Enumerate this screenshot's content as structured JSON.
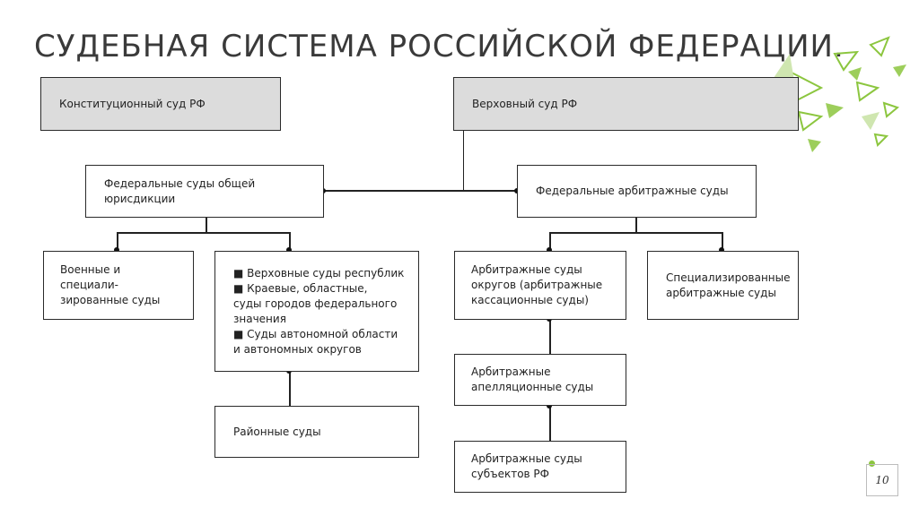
{
  "title": "СУДЕБНАЯ СИСТЕМА РОССИЙСКОЙ ФЕДЕРАЦИИ.",
  "nodes": {
    "constitutional": "Конституционный суд РФ",
    "supreme": "Верховный суд РФ",
    "general": "Федеральные суды общей\nюрисдикции",
    "arbitrazh": "Федеральные арбитражные суды",
    "military": "Военные и специали-\nзированные суды",
    "regional_list": [
      "■ Верховные суды республик",
      "■ Краевые, областные,\nсуды городов федерального\nзначения",
      "■ Суды автономной области\nи автономных округов"
    ],
    "district": "Районные суды",
    "district_arb": "Арбитражные суды\nокругов (арбитражные\nкассационные суды)",
    "specialized_arb": "Специализированные\nарбитражные суды",
    "appeal_arb": "Арбитражные\nапелляционные суды",
    "subject_arb": "Арбитражные суды\nсубъектов РФ"
  },
  "page_number": "10",
  "colors": {
    "accent": "#8cc63f",
    "header_box": "#dcdcdc"
  }
}
